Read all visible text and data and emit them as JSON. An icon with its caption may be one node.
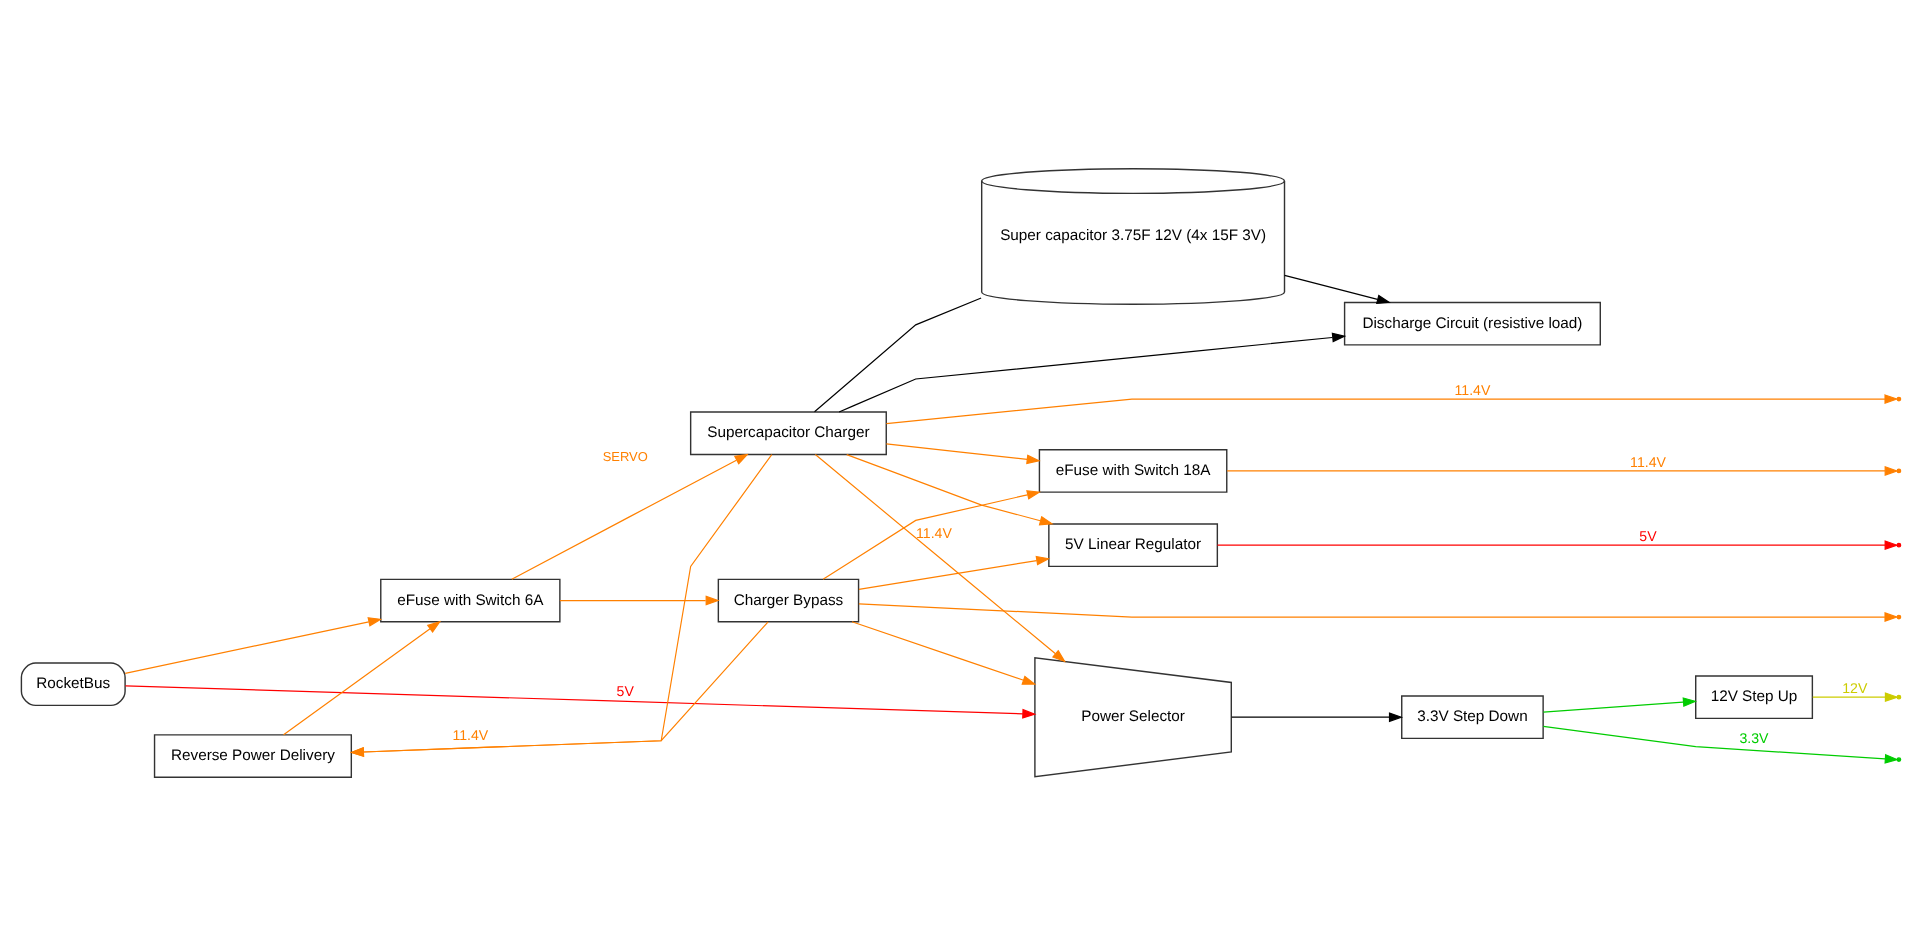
{
  "diagram": {
    "nodes": [
      {
        "text": [
          "RocketBus"
        ]
      },
      {
        "text": [
          "Reverse Power Delivery"
        ]
      },
      {
        "text": [
          "Charger Bypass"
        ]
      },
      {
        "text": [
          "eFuse with Switch 6A"
        ]
      },
      {
        "text": [
          "Supercapacitor Charger"
        ]
      },
      {
        "text": [
          "Power Selector"
        ]
      },
      {
        "text": [
          "12V Step Up"
        ]
      },
      {
        "text": [
          "3.3V Step Down"
        ]
      },
      {
        "text": [
          "Discharge Circuit (resistive load)"
        ]
      },
      {
        "text": [
          "Super capacitor 3.75F 12V (4x 15F 3V)"
        ]
      },
      {
        "text": [
          "eFuse with Switch 18A"
        ]
      },
      {
        "text": [
          "5V Linear Regulator"
        ]
      }
    ],
    "edges": [
      {
        "from": 0,
        "to": 5,
        "arrow": "to",
        "label": "5V",
        "color": "#ff0000"
      },
      {
        "from": 0,
        "to": 3,
        "arrow": "to"
      },
      {
        "from": 1,
        "to": 3,
        "arrow": "to"
      },
      {
        "from": 3,
        "to": 2,
        "arrow": "to"
      },
      {
        "from": 3,
        "to": 4,
        "arrow": "to"
      },
      {
        "from": 4,
        "to": 1,
        "arrow": "to",
        "label": "11.4V"
      },
      {
        "from": 2,
        "to": 1,
        "arrow": "to"
      },
      {
        "from": 4,
        "to": 5,
        "arrow": "to",
        "label": "11.4V"
      },
      {
        "from": 2,
        "to": 5,
        "arrow": "to"
      },
      {
        "from": 4,
        "to": null,
        "arrow": "to",
        "label": "11.4V"
      },
      {
        "from": 2,
        "to": null,
        "arrow": "to"
      },
      {
        "from": 4,
        "to": 10,
        "arrow": "to"
      },
      {
        "from": 2,
        "to": 10,
        "arrow": "to"
      },
      {
        "from": 4,
        "to": 11,
        "arrow": "to"
      },
      {
        "from": 2,
        "to": 11,
        "arrow": "to"
      },
      {
        "from": 5,
        "to": 7,
        "arrow": "to",
        "color": "#000000"
      },
      {
        "from": 7,
        "to": 6,
        "arrow": "to",
        "color": "#00cc00"
      },
      {
        "from": 7,
        "to": null,
        "arrow": "to",
        "label": "3.3V",
        "color": "#00cc00"
      },
      {
        "from": 6,
        "to": null,
        "arrow": "to",
        "label": "12V",
        "color": "#cccc00"
      },
      {
        "from": 10,
        "to": null,
        "arrow": "to",
        "label": "11.4V"
      },
      {
        "from": 11,
        "to": null,
        "arrow": "to",
        "label": "5V",
        "color": "#ff0000"
      },
      {
        "from": 4,
        "to": 9,
        "arrow": "none",
        "color": "#000000"
      },
      {
        "from": 4,
        "to": 8,
        "arrow": "to",
        "color": "#000000"
      },
      {
        "from": 9,
        "to": 8,
        "arrow": "to",
        "color": "#000000"
      }
    ],
    "labels": [
      "SERVO"
    ]
  }
}
